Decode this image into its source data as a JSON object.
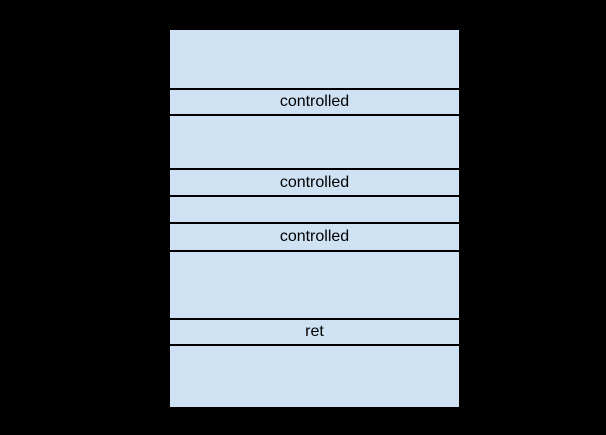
{
  "background_color": "#000000",
  "diagram": {
    "fill_color": "#cfe2f3",
    "border_color": "#000000",
    "rows": [
      {
        "label": "",
        "height": 60
      },
      {
        "label": "controlled",
        "height": 26
      },
      {
        "label": "",
        "height": 54
      },
      {
        "label": "controlled",
        "height": 27
      },
      {
        "label": "",
        "height": 27
      },
      {
        "label": "controlled",
        "height": 28
      },
      {
        "label": "",
        "height": 68
      },
      {
        "label": "ret",
        "height": 26
      },
      {
        "label": "",
        "height": 61
      }
    ]
  }
}
